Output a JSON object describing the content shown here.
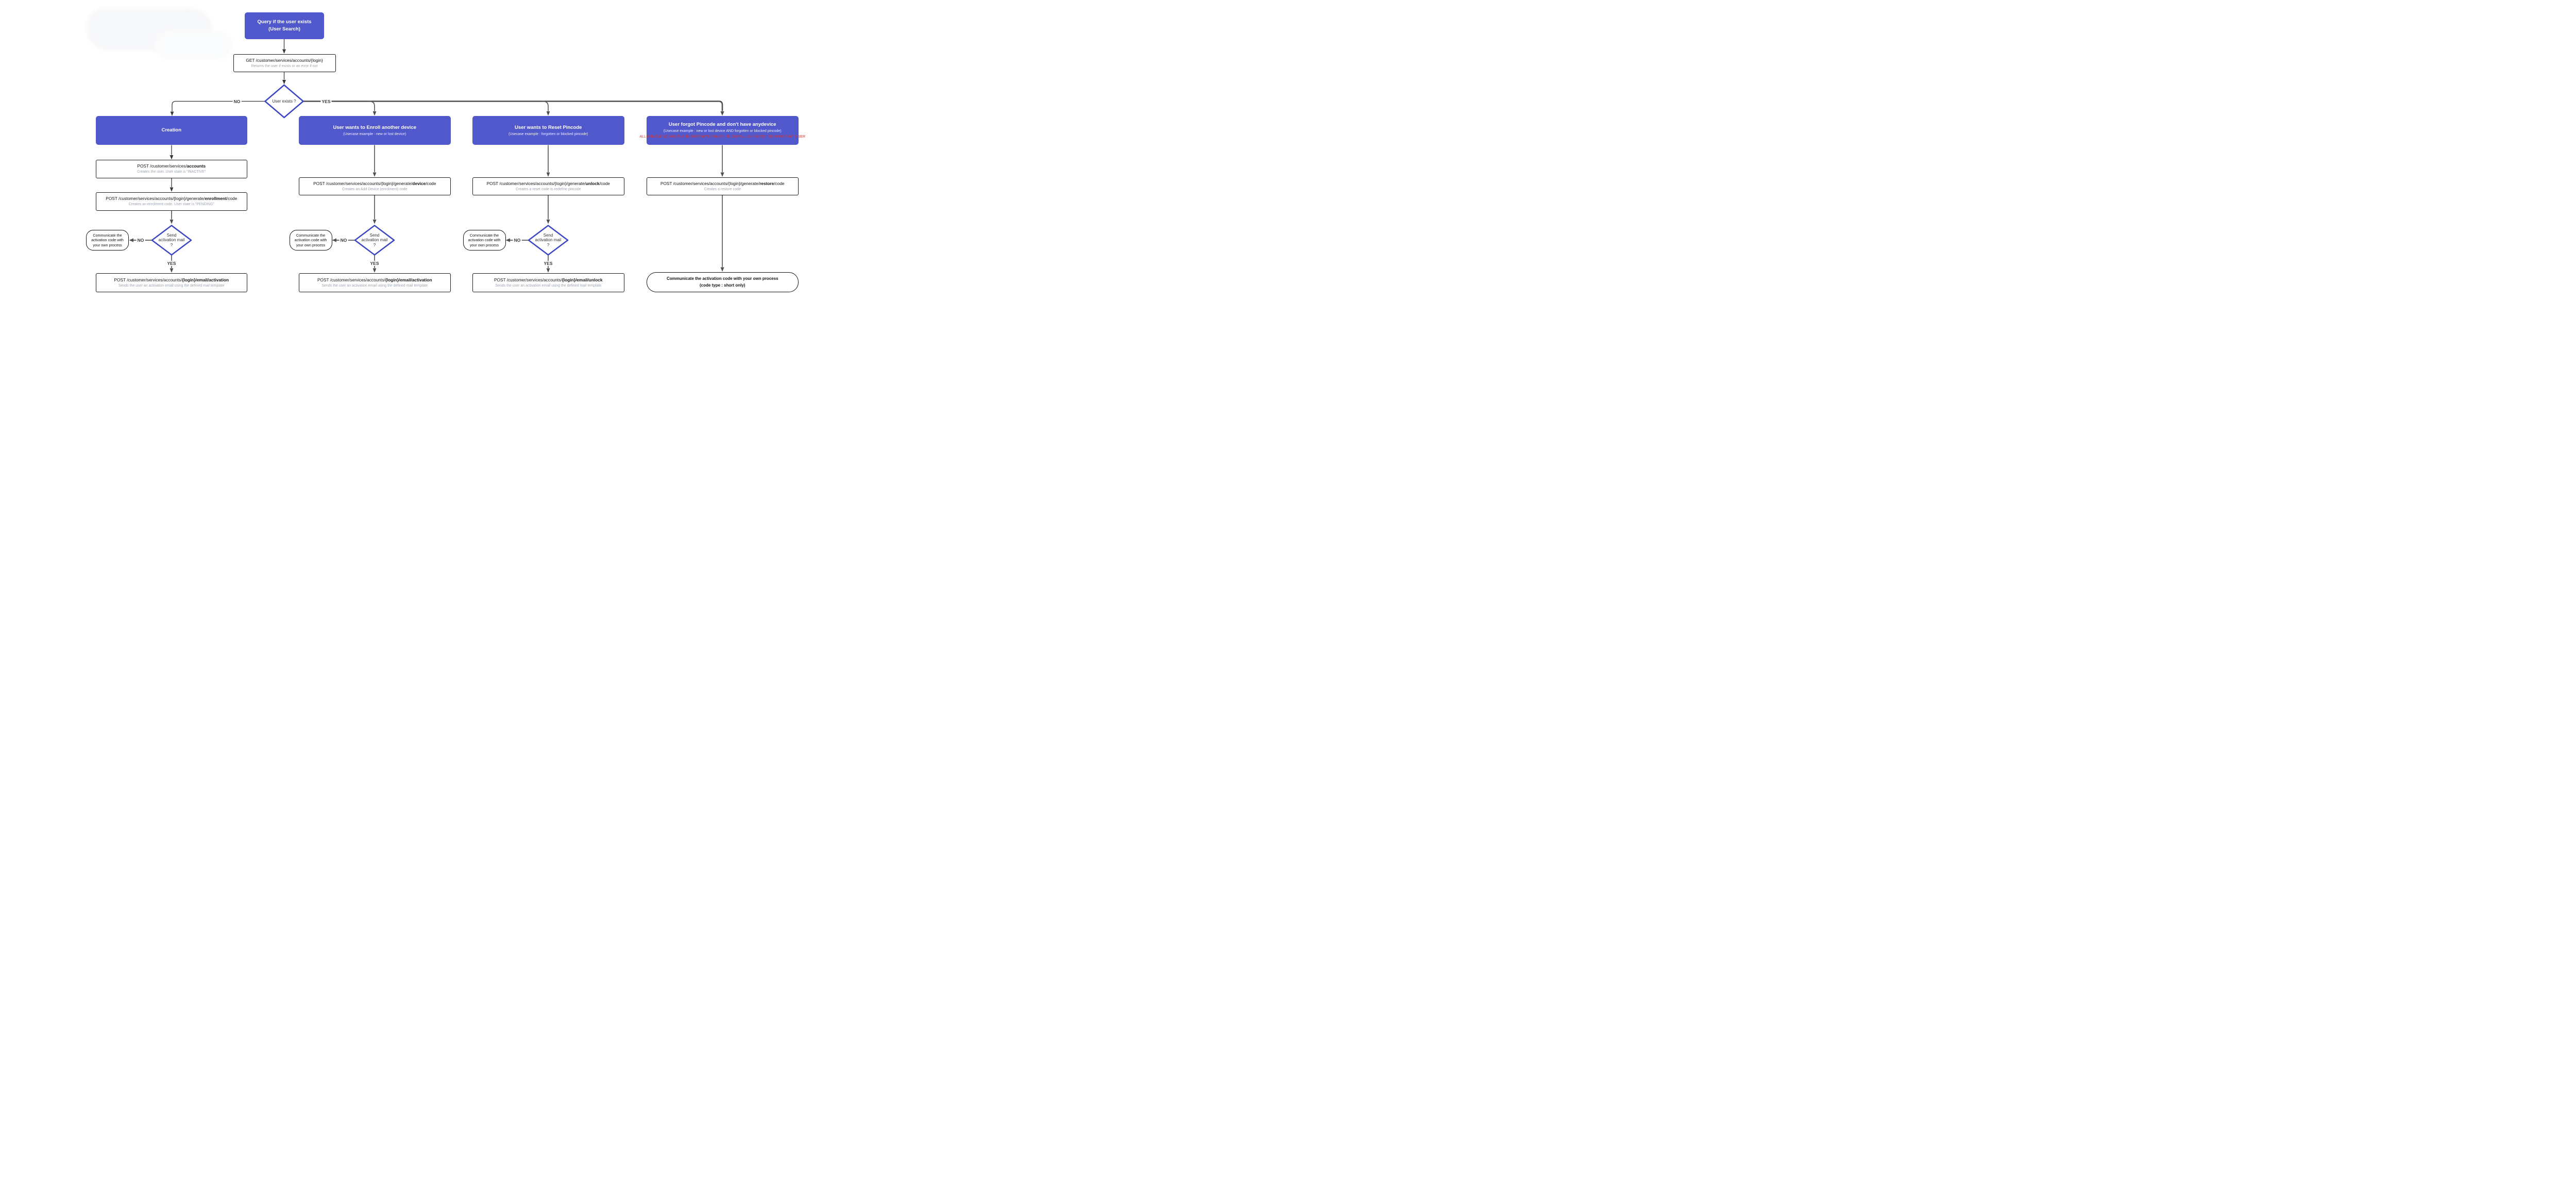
{
  "colors": {
    "header_bg": "#5158CB",
    "diamond_border": "#3E47C2",
    "warning_red": "#D63535",
    "desc_gray": "#9CA3AF",
    "edge_dark": "#383838",
    "edge_gray": "#4F4F4F"
  },
  "start_node": {
    "title": "Query if the user exists",
    "subtitle": "(User Search)"
  },
  "search_node": {
    "prefix": "GET /customer/services/accounts/{login}",
    "bold": "",
    "suffix": "",
    "desc": "Returns the user if exists or an error if not"
  },
  "user_exists_decision": {
    "question": "User exists ?",
    "no_label": "NO",
    "yes_label": "YES"
  },
  "branches": [
    {
      "header": {
        "title": "Creation"
      },
      "steps": [
        {
          "prefix": "POST /customer/services/",
          "bold": "accounts",
          "suffix": "",
          "desc": "Creates the user. User state is \"INACTIVE\""
        },
        {
          "prefix": "POST /customer/services/accounts/{login}/generate/",
          "bold": "enrollment",
          "suffix": "/code",
          "desc": "Creates an enrolment code. User state is \"PENDING\""
        }
      ],
      "mail_decision": {
        "line1": "Send",
        "line2": "activation mail",
        "line3": "?",
        "no_label": "NO",
        "yes_label": "YES"
      },
      "no_bubble": {
        "text": "Communicate the activation code with your own process"
      },
      "final_step": {
        "prefix": "POST /customer/services/accounts/",
        "bold": "{login}/email/activation",
        "suffix": "",
        "desc": "Sends the user an activation email using the defined mail template"
      }
    },
    {
      "header": {
        "title": "User wants to Enroll another device",
        "subtitle": "(Usecase example : new or lost device)"
      },
      "steps": [
        {
          "prefix": "POST /customer/services/accounts/{login}/generate/",
          "bold": "device",
          "suffix": "/code",
          "desc": "Creates an Add Device (enrolment) code"
        }
      ],
      "mail_decision": {
        "line1": "Send",
        "line2": "activation mail",
        "line3": "?",
        "no_label": "NO",
        "yes_label": "YES"
      },
      "no_bubble": {
        "text": "Communicate the activation code with your own process"
      },
      "final_step": {
        "prefix": "POST /customer/services/accounts/",
        "bold": "{login}/email/activation",
        "suffix": "",
        "desc": "Sends the user an activation email using the defined mail template"
      }
    },
    {
      "header": {
        "title": "User wants to Reset Pincode",
        "subtitle": "(Usecase example : forgotten or blocked pincode)"
      },
      "steps": [
        {
          "prefix": "POST /customer/services/accounts/{login}/generate/",
          "bold": "unlock",
          "suffix": "/code",
          "desc": "Creates a reset code to redefine pincode"
        }
      ],
      "mail_decision": {
        "line1": "Send",
        "line2": "activation mail",
        "line3": "?",
        "no_label": "NO",
        "yes_label": "YES"
      },
      "no_bubble": {
        "text": "Communicate the activation code with your own process"
      },
      "final_step": {
        "prefix": "POST /customer/services/accounts/",
        "bold": "{login}/email/unlock",
        "suffix": "",
        "desc": "Sends the user an activation email using the defined mail template"
      }
    },
    {
      "header": {
        "title": "User forgot Pincode and don't have anydevice",
        "subtitle": "(Usecase example : new or lost device AND forgotten or blocked pincode)",
        "warning": "ALL ENROLED DEVICES ARE DESTROYED AND PINCODE WILL BE REDEFINED FOR THAT USER"
      },
      "steps": [
        {
          "prefix": "POST /customer/services/accounts/{login}/generate/",
          "bold": "restore",
          "suffix": "/code",
          "desc": "Creates a restore code"
        }
      ],
      "final_bubble": {
        "line1": "Communicate the activation code with your own process",
        "line2": "(code type : short only)"
      }
    }
  ]
}
